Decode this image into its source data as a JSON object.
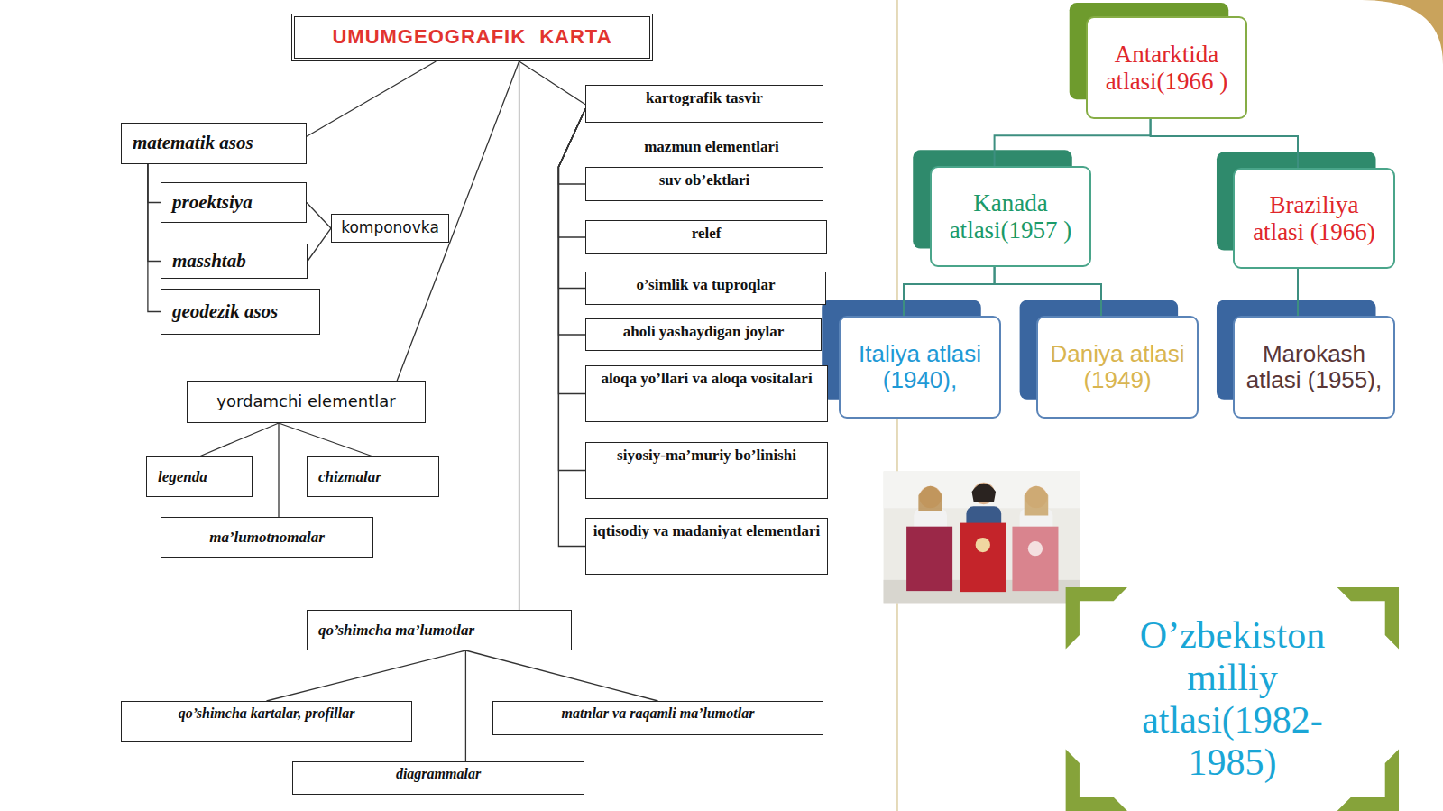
{
  "diagram": {
    "nodes": [
      {
        "text": [
          "UMUMGEOGRAFIK KARTA"
        ]
      },
      {
        "text": [
          "matematik asos"
        ]
      },
      {
        "text": [
          "proektsiya"
        ]
      },
      {
        "text": [
          "masshtab"
        ]
      },
      {
        "text": [
          "komponovka"
        ]
      },
      {
        "text": [
          "geodezik asos"
        ]
      },
      {
        "text": [
          "kartografik tasvir"
        ]
      },
      {
        "text": [
          "suv ob’ektlari"
        ]
      },
      {
        "text": [
          "relef"
        ]
      },
      {
        "text": [
          "o’simlik va tuproqlar"
        ]
      },
      {
        "text": [
          "aholi yashaydigan joylar"
        ]
      },
      {
        "text": [
          "aloqa yo’llari va aloqa vositalari"
        ]
      },
      {
        "text": [
          "siyosiy-ma’muriy bo’linishi"
        ]
      },
      {
        "text": [
          "iqtisodiy va madaniyat elementlari"
        ]
      },
      {
        "text": [
          "yordamchi elementlar"
        ]
      },
      {
        "text": [
          "legenda"
        ]
      },
      {
        "text": [
          "chizmalar"
        ]
      },
      {
        "text": [
          "ma’lumotnomalar"
        ]
      },
      {
        "text": [
          "qo’shimcha ma’lumotlar"
        ]
      },
      {
        "text": [
          "qo’shimcha kartalar, profillar"
        ]
      },
      {
        "text": [
          "matnlar va raqamli ma’lumotlar"
        ]
      },
      {
        "text": [
          "diagrammalar"
        ]
      },
      {
        "text": [
          "Antarktida atlasi(1966 )"
        ]
      },
      {
        "text": [
          "Kanada atlasi(1957 )"
        ]
      },
      {
        "text": [
          "Braziliya atlasi (1966)"
        ]
      },
      {
        "text": [
          "Italiya atlasi (1940),"
        ]
      },
      {
        "text": [
          "Daniya atlasi (1949)"
        ]
      },
      {
        "text": [
          "Marokash atlasi (1955),"
        ]
      },
      {
        "text": [
          "O’zbekiston milliy atlasi(1982-1985)"
        ]
      }
    ],
    "edges": [
      {
        "from": 0,
        "to": 1,
        "arrow": "none"
      },
      {
        "from": 0,
        "to": 6,
        "arrow": "none"
      },
      {
        "from": 0,
        "to": 14,
        "arrow": "none"
      },
      {
        "from": 0,
        "to": 18,
        "arrow": "none"
      },
      {
        "from": 1,
        "to": 2,
        "arrow": "none"
      },
      {
        "from": 1,
        "to": 3,
        "arrow": "none"
      },
      {
        "from": 1,
        "to": 5,
        "arrow": "none"
      },
      {
        "from": 2,
        "to": 4,
        "arrow": "none"
      },
      {
        "from": 3,
        "to": 4,
        "arrow": "none"
      },
      {
        "from": 6,
        "to": 7,
        "arrow": "none"
      },
      {
        "from": 6,
        "to": 8,
        "arrow": "none"
      },
      {
        "from": 6,
        "to": 9,
        "arrow": "none"
      },
      {
        "from": 6,
        "to": 10,
        "arrow": "none"
      },
      {
        "from": 6,
        "to": 11,
        "arrow": "none"
      },
      {
        "from": 6,
        "to": 12,
        "arrow": "none"
      },
      {
        "from": 6,
        "to": 13,
        "arrow": "none"
      },
      {
        "from": 14,
        "to": 15,
        "arrow": "none"
      },
      {
        "from": 14,
        "to": 16,
        "arrow": "none"
      },
      {
        "from": 14,
        "to": 17,
        "arrow": "none"
      },
      {
        "from": 18,
        "to": 19,
        "arrow": "none"
      },
      {
        "from": 18,
        "to": 20,
        "arrow": "none"
      },
      {
        "from": 18,
        "to": 21,
        "arrow": "none"
      },
      {
        "from": 22,
        "to": 23,
        "arrow": "none"
      },
      {
        "from": 22,
        "to": 24,
        "arrow": "none"
      },
      {
        "from": 23,
        "to": 25,
        "arrow": "none"
      },
      {
        "from": 23,
        "to": 26,
        "arrow": "none"
      },
      {
        "from": 24,
        "to": 27,
        "arrow": "none"
      }
    ],
    "labels": [
      "mazmun elementlari"
    ]
  }
}
